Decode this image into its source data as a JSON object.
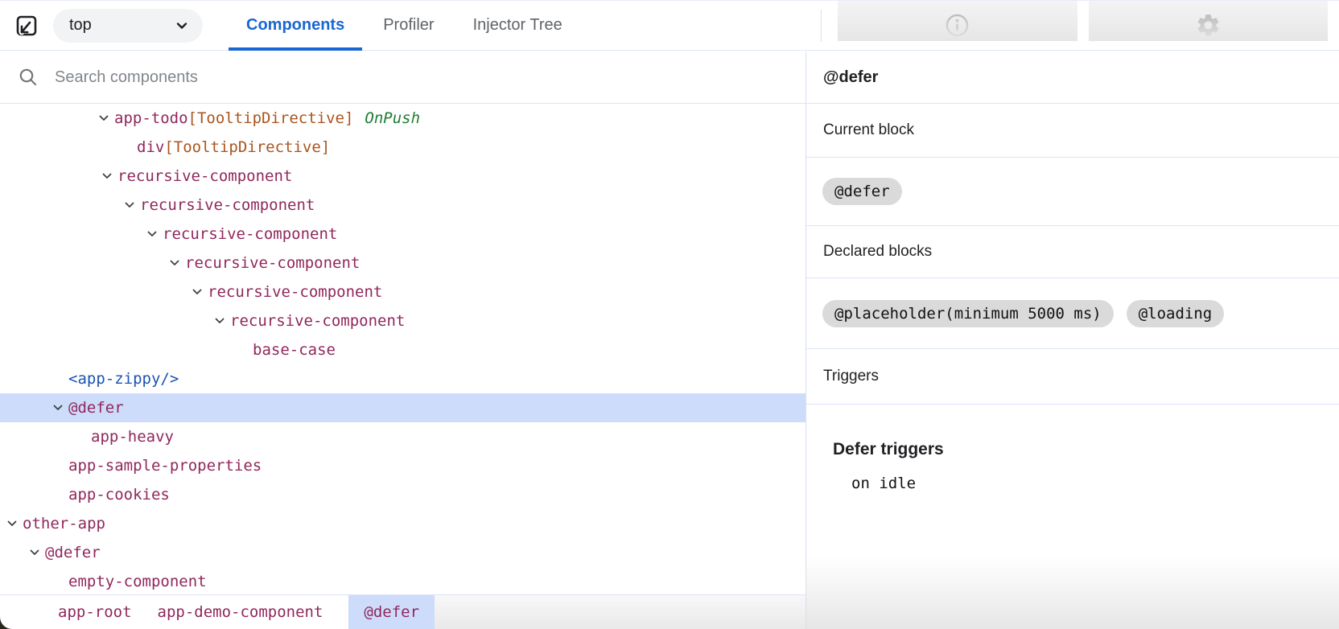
{
  "toolbar": {
    "frame_selector": {
      "value": "top"
    },
    "tabs": [
      {
        "label": "Components",
        "active": true
      },
      {
        "label": "Profiler",
        "active": false
      },
      {
        "label": "Injector Tree",
        "active": false
      }
    ],
    "icons": [
      "inspect-icon",
      "chevron-down-icon",
      "info-icon",
      "gear-icon"
    ]
  },
  "colors": {
    "accent_blue": "#1967d2",
    "selection_blue": "#cddcfa",
    "component_name": "#90275c",
    "directive_name": "#a9551f",
    "onpush_green": "#1e7e34",
    "element_blue": "#1a53b4",
    "chip_gray": "#dadada"
  },
  "left_panel": {
    "search": {
      "placeholder": "Search components",
      "value": ""
    },
    "tree": {
      "rows": [
        {
          "indent": 142,
          "chevron": true,
          "selected": false,
          "parts": [
            {
              "text": "app-todo",
              "type": "component"
            },
            {
              "text": "[TooltipDirective]",
              "type": "directive"
            },
            {
              "text": "OnPush",
              "type": "onpush"
            }
          ]
        },
        {
          "indent": 170,
          "chevron": false,
          "selected": false,
          "parts": [
            {
              "text": "div",
              "type": "component"
            },
            {
              "text": "[TooltipDirective]",
              "type": "directive"
            }
          ]
        },
        {
          "indent": 146,
          "chevron": true,
          "selected": false,
          "parts": [
            {
              "text": "recursive-component",
              "type": "component"
            }
          ]
        },
        {
          "indent": 174,
          "chevron": true,
          "selected": false,
          "parts": [
            {
              "text": "recursive-component",
              "type": "component"
            }
          ]
        },
        {
          "indent": 202,
          "chevron": true,
          "selected": false,
          "parts": [
            {
              "text": "recursive-component",
              "type": "component"
            }
          ]
        },
        {
          "indent": 230,
          "chevron": true,
          "selected": false,
          "parts": [
            {
              "text": "recursive-component",
              "type": "component"
            }
          ]
        },
        {
          "indent": 258,
          "chevron": true,
          "selected": false,
          "parts": [
            {
              "text": "recursive-component",
              "type": "component"
            }
          ]
        },
        {
          "indent": 286,
          "chevron": true,
          "selected": false,
          "parts": [
            {
              "text": "recursive-component",
              "type": "component"
            }
          ]
        },
        {
          "indent": 314,
          "chevron": false,
          "selected": false,
          "parts": [
            {
              "text": "base-case",
              "type": "component"
            }
          ]
        },
        {
          "indent": 85,
          "chevron": false,
          "selected": false,
          "parts": [
            {
              "text": "<app-zippy/>",
              "type": "element"
            }
          ]
        },
        {
          "indent": 85,
          "chevron": true,
          "selected": true,
          "parts": [
            {
              "text": "@defer",
              "type": "component"
            }
          ]
        },
        {
          "indent": 113,
          "chevron": false,
          "selected": false,
          "parts": [
            {
              "text": "app-heavy",
              "type": "component"
            }
          ]
        },
        {
          "indent": 85,
          "chevron": false,
          "selected": false,
          "parts": [
            {
              "text": "app-sample-properties",
              "type": "component"
            }
          ]
        },
        {
          "indent": 85,
          "chevron": false,
          "selected": false,
          "parts": [
            {
              "text": "app-cookies",
              "type": "component"
            }
          ]
        },
        {
          "indent": 28,
          "chevron": true,
          "selected": false,
          "parts": [
            {
              "text": "other-app",
              "type": "component"
            }
          ]
        },
        {
          "indent": 56,
          "chevron": true,
          "selected": false,
          "parts": [
            {
              "text": "@defer",
              "type": "component"
            }
          ]
        },
        {
          "indent": 85,
          "chevron": false,
          "selected": false,
          "parts": [
            {
              "text": "empty-component",
              "type": "component"
            }
          ]
        }
      ]
    },
    "breadcrumbs": [
      {
        "label": "app-root",
        "selected": false
      },
      {
        "label": "app-demo-component",
        "selected": false
      },
      {
        "label": "@defer",
        "selected": true
      }
    ]
  },
  "right_panel": {
    "title": "@defer",
    "sections": {
      "current_block": {
        "label": "Current block",
        "chips": [
          "@defer"
        ]
      },
      "declared_blocks": {
        "label": "Declared blocks",
        "chips": [
          "@placeholder(minimum 5000 ms)",
          "@loading"
        ]
      },
      "triggers": {
        "label": "Triggers"
      }
    },
    "defer_triggers": {
      "title": "Defer triggers",
      "items": [
        "on idle"
      ]
    }
  }
}
